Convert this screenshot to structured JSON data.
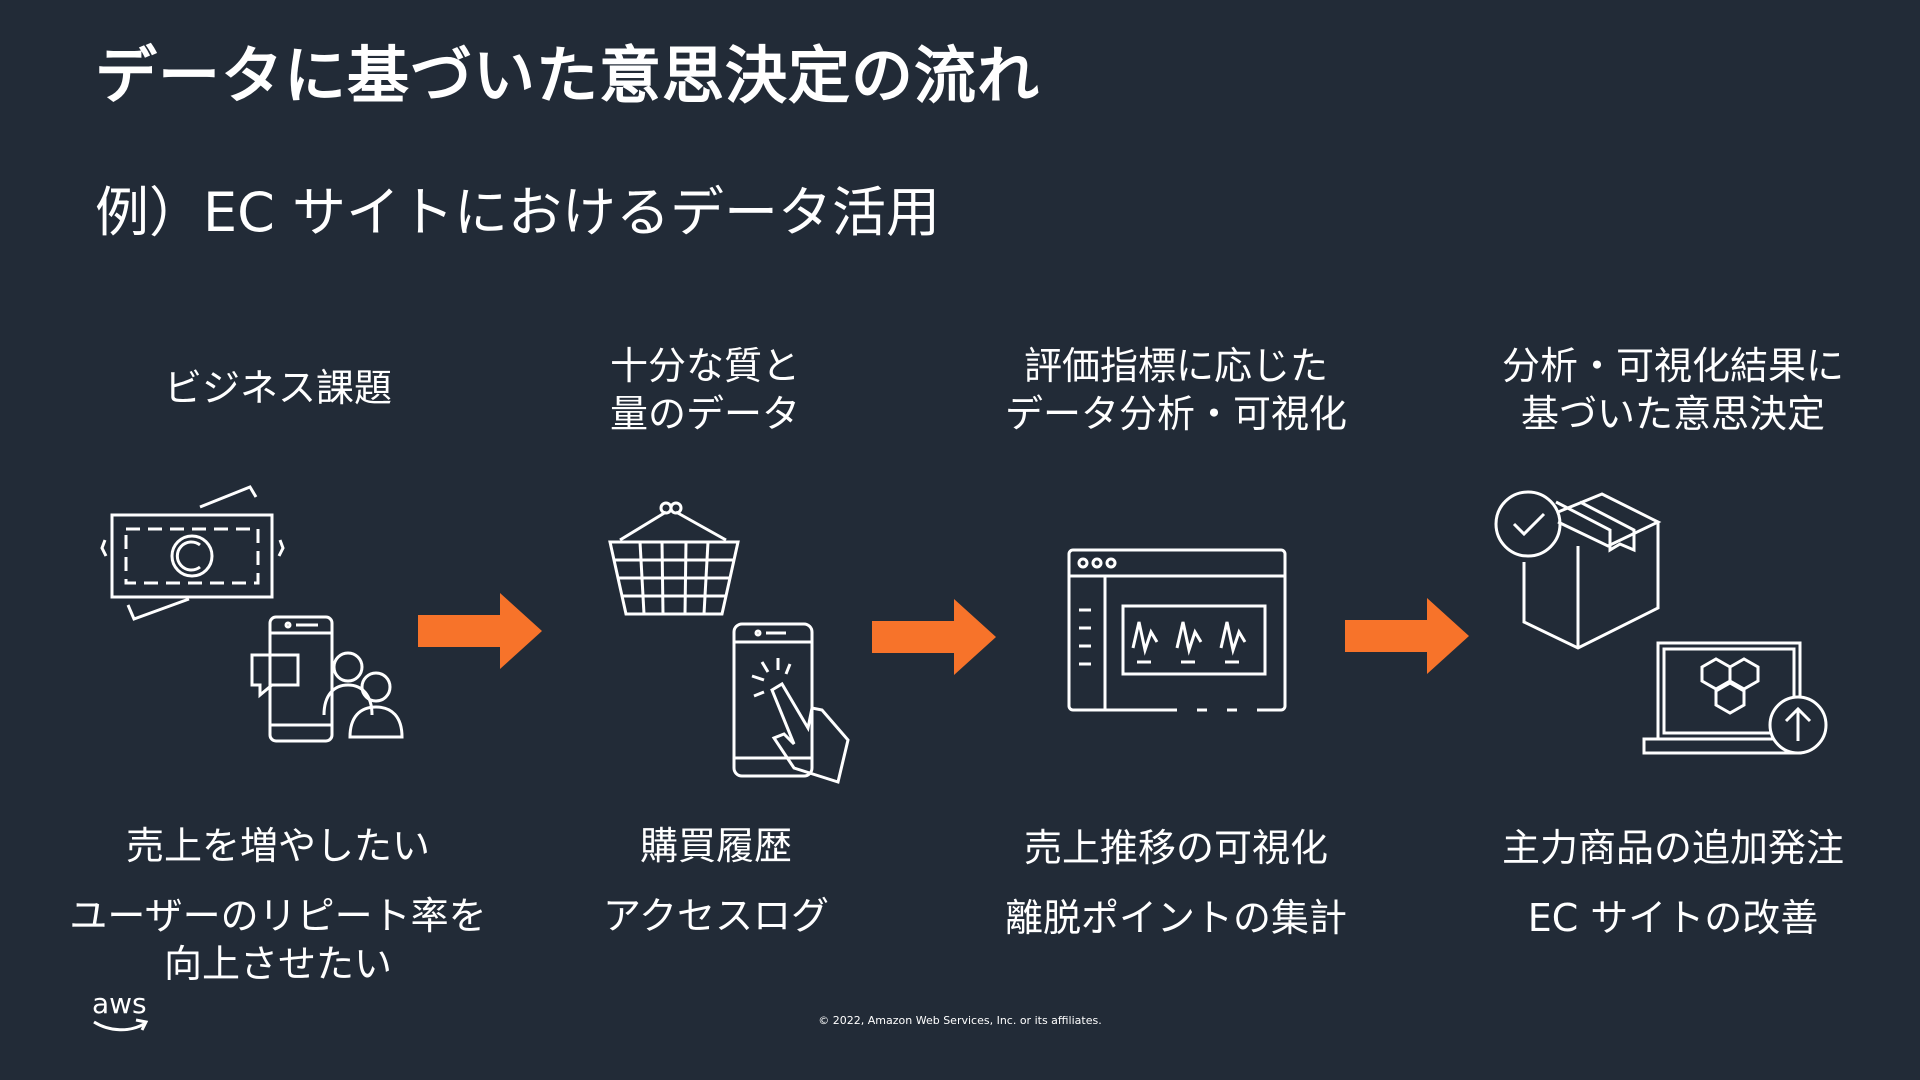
{
  "slide": {
    "title": "データに基づいた意思決定の流れ",
    "subtitle": "例）EC サイトにおけるデータ活用"
  },
  "steps": [
    {
      "heading_lines": [
        "ビジネス課題"
      ],
      "example_lines": [
        "売上を増やしたい",
        "ユーザーのリピート率を",
        "向上させたい"
      ],
      "icons": [
        "money-icon",
        "mobile-users-chat-icon"
      ]
    },
    {
      "heading_lines": [
        "十分な質と",
        "量のデータ"
      ],
      "example_lines": [
        "購買履歴",
        "アクセスログ"
      ],
      "icons": [
        "shopping-basket-icon",
        "mobile-touch-icon"
      ]
    },
    {
      "heading_lines": [
        "評価指標に応じた",
        "データ分析・可視化"
      ],
      "example_lines": [
        "売上推移の可視化",
        "離脱ポイントの集計"
      ],
      "icons": [
        "dashboard-window-icon"
      ]
    },
    {
      "heading_lines": [
        "分析・可視化結果に",
        "基づいた意思決定"
      ],
      "example_lines": [
        "主力商品の追加発注",
        "EC サイトの改善"
      ],
      "icons": [
        "package-check-icon",
        "laptop-upload-icon"
      ]
    }
  ],
  "footer": {
    "logo_text": "aws",
    "copyright": "© 2022, Amazon Web Services, Inc. or its affiliates."
  },
  "colors": {
    "background": "#222b37",
    "text": "#ffffff",
    "arrow": "#f7732a",
    "logo_smile": "#ffffff"
  }
}
